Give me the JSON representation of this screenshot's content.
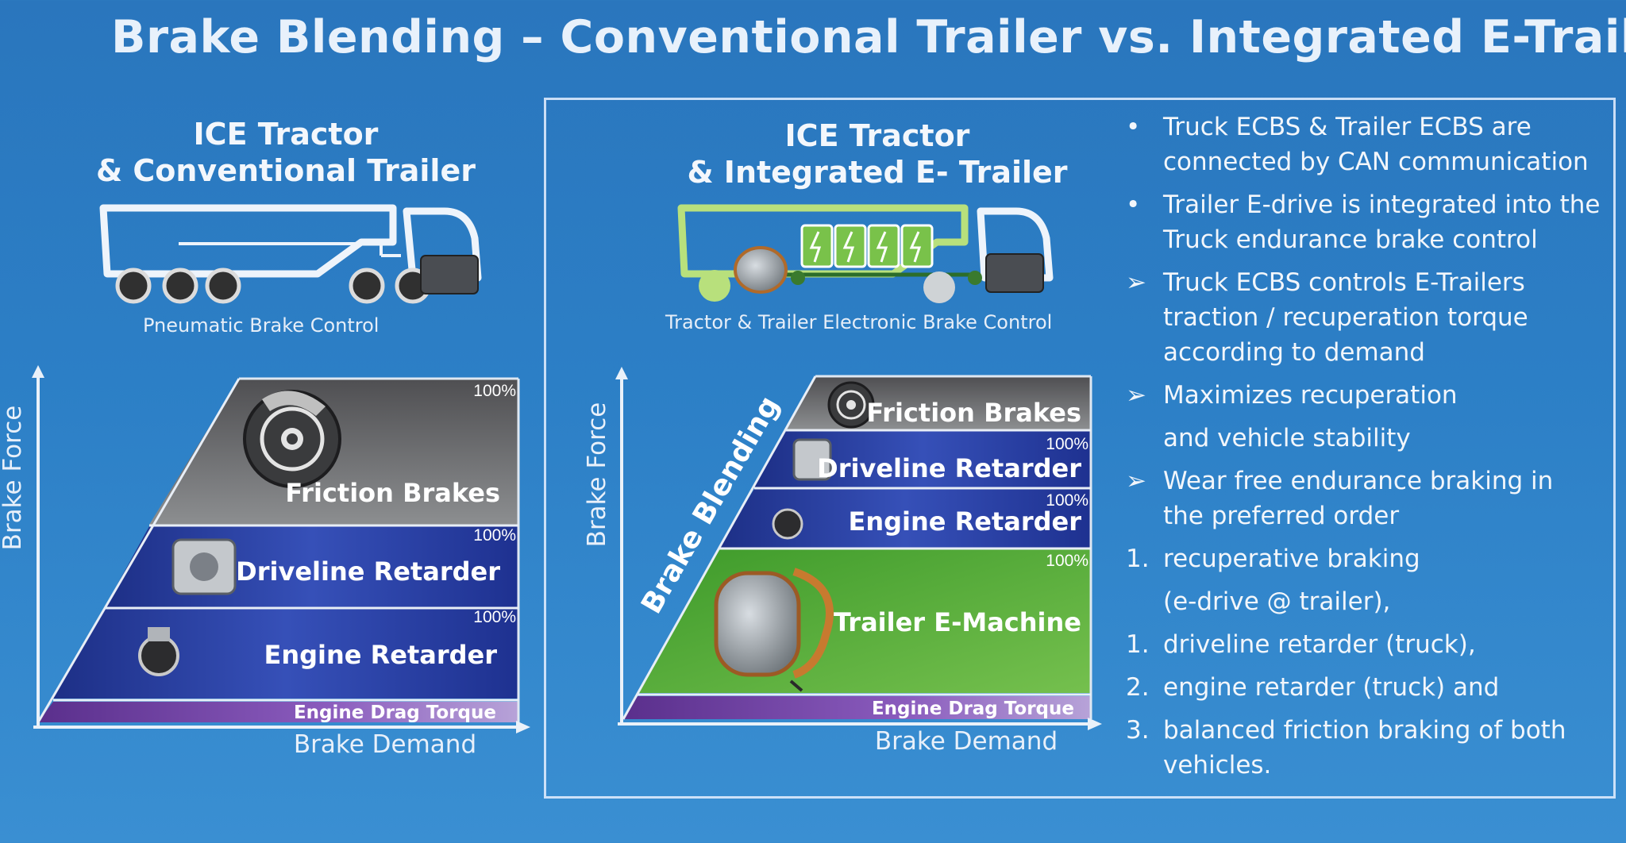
{
  "title": "Brake Blending – Conventional Trailer vs. Integrated E-Trailer",
  "left": {
    "heading_line1": "ICE Tractor",
    "heading_line2": "& Conventional Trailer",
    "caption": "Pneumatic Brake Control",
    "pct": "100%",
    "bands": {
      "friction": "Friction Brakes",
      "driveline": "Driveline Retarder",
      "engine": "Engine Retarder",
      "drag": "Engine Drag Torque"
    },
    "y_axis": "Brake Force",
    "x_axis": "Brake Demand"
  },
  "right": {
    "heading_line1": "ICE Tractor",
    "heading_line2": "& Integrated E- Trailer",
    "caption": "Tractor & Trailer Electronic Brake Control",
    "pct": "100%",
    "bands": {
      "friction": "Friction Brakes",
      "driveline": "Driveline Retarder",
      "engine": "Engine Retarder",
      "emachine": "Trailer E-Machine",
      "drag": "Engine Drag Torque"
    },
    "blend_label": "Brake Blending",
    "y_axis": "Brake Force",
    "x_axis": "Brake Demand"
  },
  "bullets": [
    {
      "marker": "•",
      "lines": [
        "Truck ECBS & Trailer ECBS are",
        "connected by CAN communication"
      ]
    },
    {
      "marker": "•",
      "lines": [
        "Trailer E-drive is integrated into the",
        "Truck endurance brake control"
      ]
    },
    {
      "marker": "➢",
      "lines": [
        "Truck ECBS controls E-Trailers",
        "traction / recuperation torque",
        "according to demand"
      ]
    },
    {
      "marker": "➢",
      "lines": [
        "Maximizes recuperation",
        "and vehicle stability"
      ]
    },
    {
      "marker": "➢",
      "lines": [
        "Wear free endurance braking in",
        "the preferred order"
      ]
    },
    {
      "marker": "1.",
      "lines": [
        "recuperative braking",
        "(e-drive @ trailer),"
      ]
    },
    {
      "marker": "1.",
      "lines": [
        "driveline retarder (truck),"
      ]
    },
    {
      "marker": "2.",
      "lines": [
        " engine retarder (truck) and"
      ]
    },
    {
      "marker": "3.",
      "lines": [
        "balanced friction braking of both",
        "vehicles."
      ]
    }
  ],
  "colors": {
    "background": "#2c7fc6",
    "friction_band": "#6f7173",
    "retarder_band": "#2a3f9c",
    "emachine_band": "#5cae3a",
    "drag_band": "#7a4aa8",
    "etrailer_outline": "#b8e07c"
  }
}
